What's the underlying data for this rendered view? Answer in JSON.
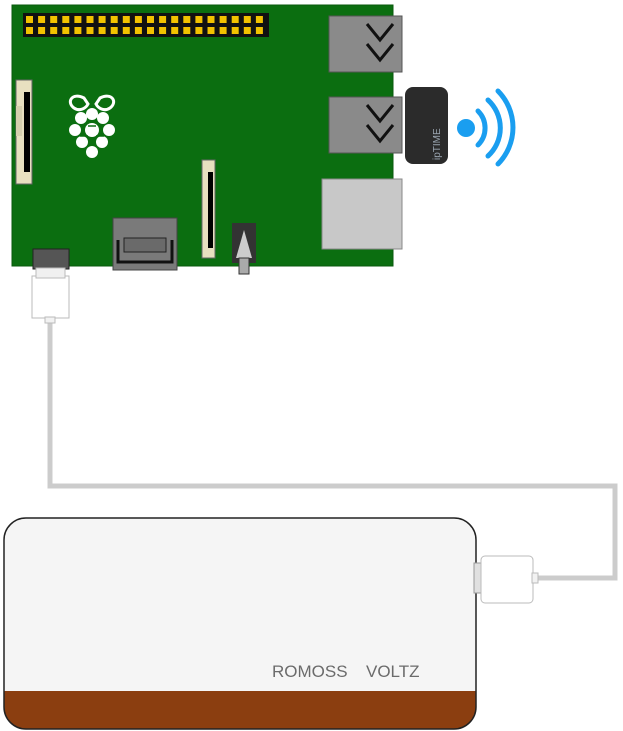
{
  "wifi_dongle": {
    "label": "ipTIME"
  },
  "power_bank": {
    "brand": "ROMOSS",
    "model": "VOLTZ"
  },
  "colors": {
    "board_green": "#0b6e10",
    "header_pin_yellow": "#f2c200",
    "port_gray": "#8a8a8a",
    "ethernet_gray": "#c8c8c8",
    "cable_gray": "#cccccc",
    "power_bank_body": "#f5f5f5",
    "power_bank_stripe": "#8b3e10",
    "wifi_blue": "#1a9ef0",
    "dongle_dark": "#2b2b2b"
  },
  "icons": [
    "raspberry-pi-logo-icon",
    "wifi-signal-icon"
  ]
}
